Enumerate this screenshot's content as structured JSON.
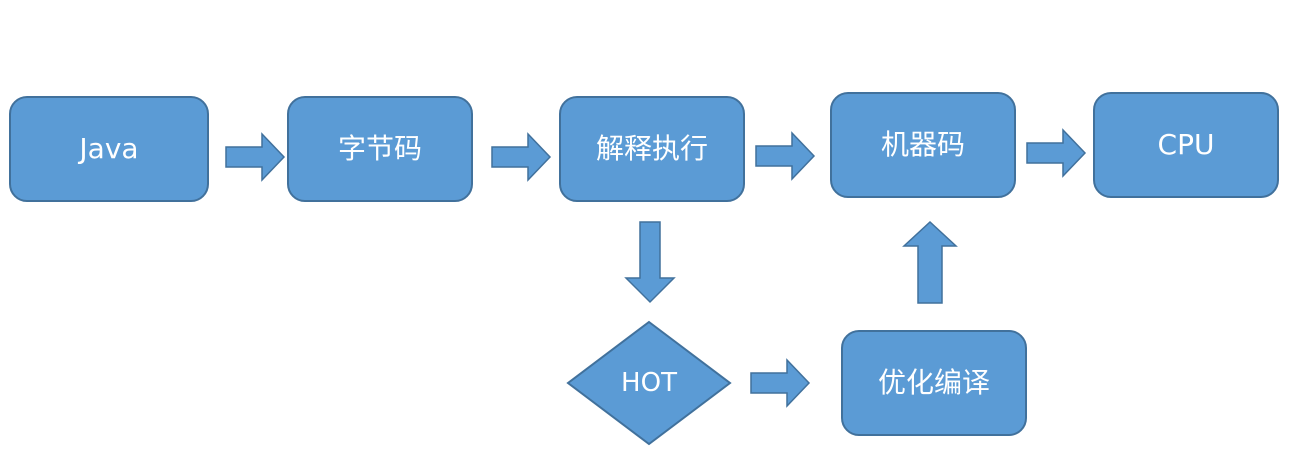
{
  "diagram": {
    "nodes": {
      "java": "Java",
      "bytecode": "字节码",
      "interpret": "解释执行",
      "machine_code": "机器码",
      "cpu": "CPU",
      "hot": "HOT",
      "optimize_compile": "优化编译"
    },
    "colors": {
      "fill": "#5b9bd5",
      "stroke": "#41719c",
      "text": "#ffffff"
    }
  }
}
